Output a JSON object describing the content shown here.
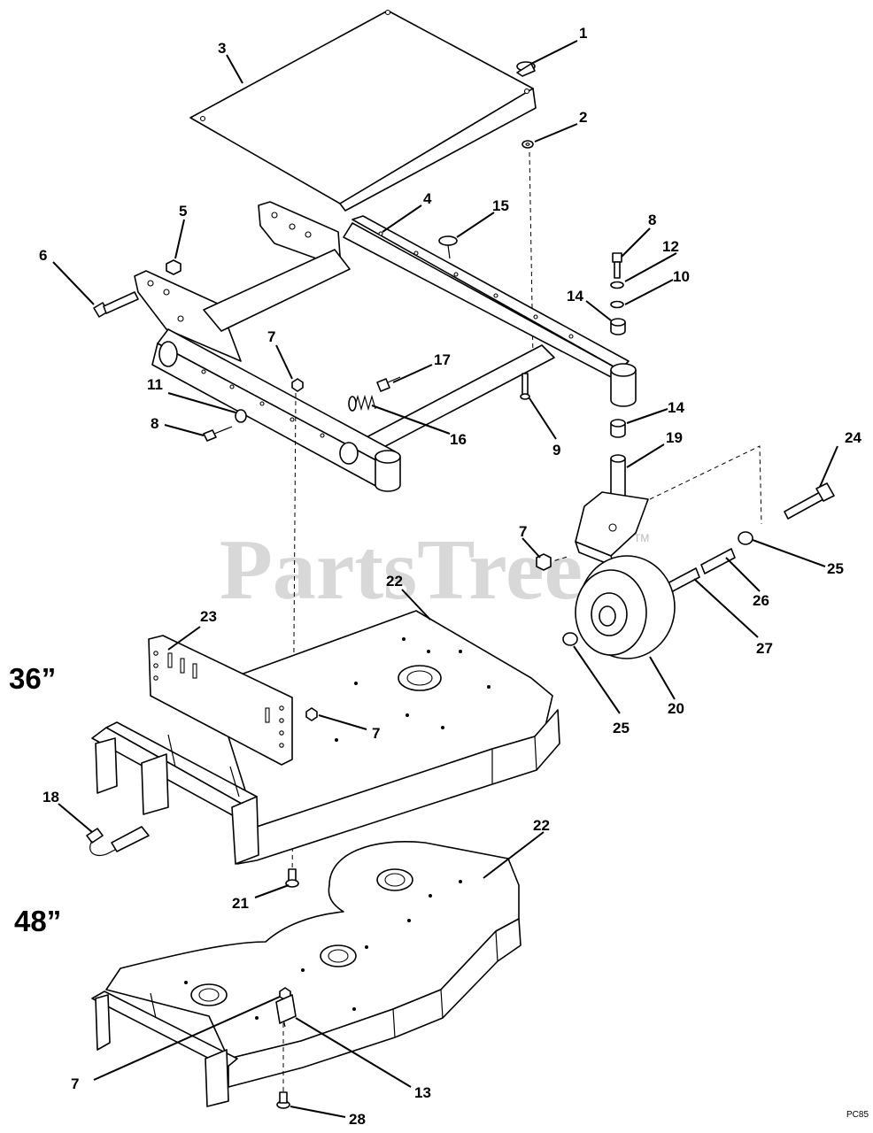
{
  "watermark": {
    "text": "PartsTree",
    "trademark": "TM"
  },
  "size_labels": {
    "deck_36": "36”",
    "deck_48": "48”"
  },
  "drawing_code": "PC85",
  "callouts": {
    "c1": "1",
    "c2": "2",
    "c3": "3",
    "c4": "4",
    "c5": "5",
    "c6": "6",
    "c7a": "7",
    "c7b": "7",
    "c7c": "7",
    "c7d": "7",
    "c8a": "8",
    "c8b": "8",
    "c9": "9",
    "c10": "10",
    "c11": "11",
    "c12": "12",
    "c13": "13",
    "c14a": "14",
    "c14b": "14",
    "c15": "15",
    "c16": "16",
    "c17": "17",
    "c18": "18",
    "c19": "19",
    "c20": "20",
    "c21": "21",
    "c22a": "22",
    "c22b": "22",
    "c23": "23",
    "c24": "24",
    "c25a": "25",
    "c25b": "25",
    "c26": "26",
    "c27": "27",
    "c28": "28"
  }
}
